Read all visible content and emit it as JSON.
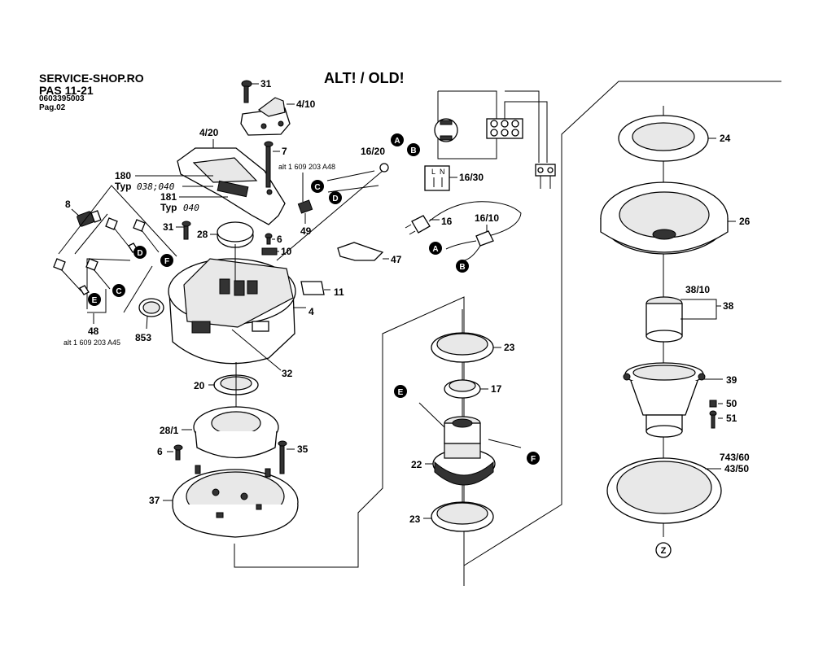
{
  "header": {
    "shop": "SERVICE-SHOP.RO",
    "model": "PAS 11-21",
    "part_number": "0603395003",
    "page": "Pag.02"
  },
  "badge": "ALT! / OLD!",
  "labels": {
    "l31a": "31",
    "l4_10": "4/10",
    "l4_20": "4/20",
    "l7": "7",
    "l16_20": "16/20",
    "l16_30": "16/30",
    "l16": "16",
    "l16_10": "16/10",
    "l180": "180",
    "l181": "181",
    "typ1": "Typ",
    "typ1v": "038;040",
    "typ2": "Typ",
    "typ2v": "040",
    "l8": "8",
    "l31b": "31",
    "l28": "28",
    "l6a": "6",
    "l10": "10",
    "l49": "49",
    "l47": "47",
    "l11": "11",
    "l4": "4",
    "l48": "48",
    "alt48": "alt 1 609 203 A48",
    "alt45": "alt 1 609 203 A45",
    "l853": "853",
    "l32": "32",
    "l20": "20",
    "l28_1": "28/1",
    "l6b": "6",
    "l35": "35",
    "l37": "37",
    "l23a": "23",
    "l17": "17",
    "l22": "22",
    "l23b": "23",
    "l24": "24",
    "l26": "26",
    "l38_10": "38/10",
    "l38": "38",
    "l39": "39",
    "l50": "50",
    "l51": "51",
    "l743_60": "743/60",
    "l43_50": "43/50",
    "Z": "Z",
    "lm_L": "L",
    "lm_N": "N"
  },
  "markers": {
    "A": "A",
    "B": "B",
    "C": "C",
    "D": "D",
    "E": "E",
    "F": "F"
  }
}
